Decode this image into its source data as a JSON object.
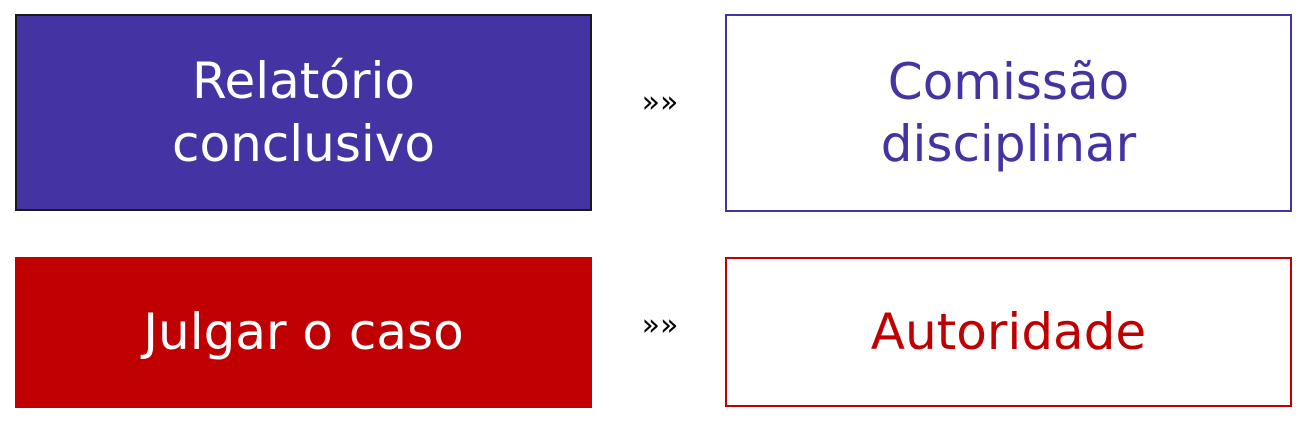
{
  "rows": [
    {
      "source": {
        "label": "Relatório\nconclusivo",
        "fill": "#4433a3"
      },
      "connector": "»»",
      "target": {
        "label": "Comissão\ndisciplinar",
        "color": "#4433a3"
      }
    },
    {
      "source": {
        "label": "Julgar o caso",
        "fill": "#c00000"
      },
      "connector": "»»",
      "target": {
        "label": "Autoridade",
        "color": "#c00000"
      }
    }
  ]
}
